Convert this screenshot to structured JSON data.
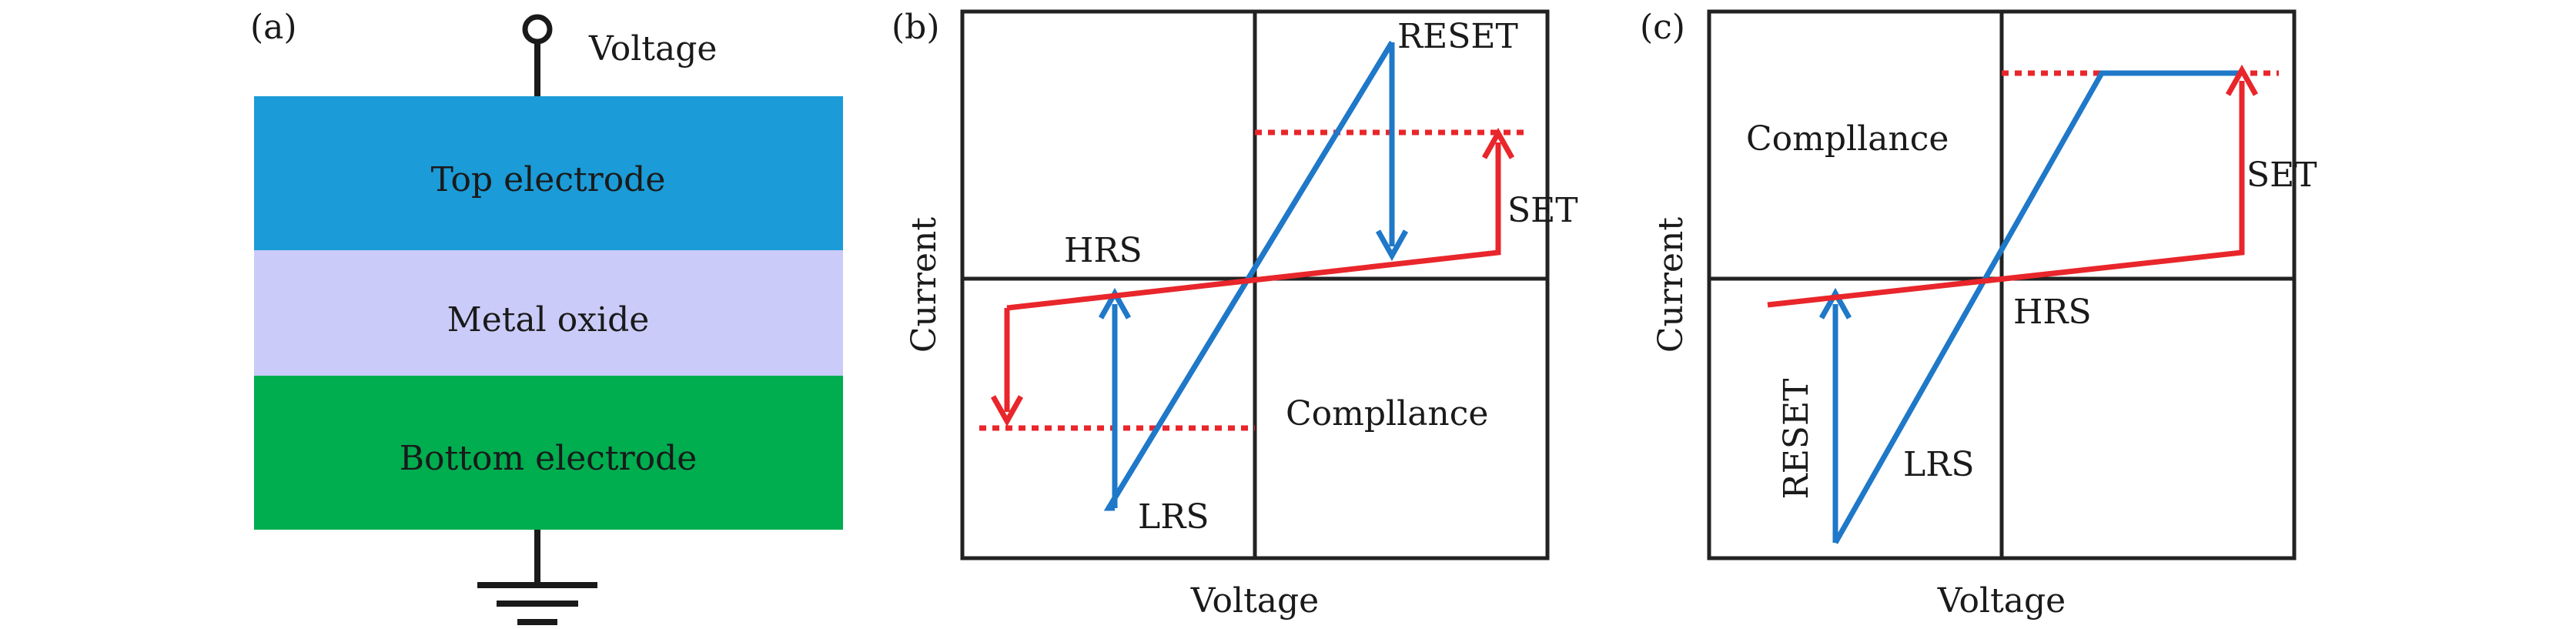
{
  "panel_a": {
    "tag": "(a)",
    "voltage_label": "Voltage",
    "layers": {
      "top": "Top electrode",
      "middle": "Metal oxide",
      "bottom": "Bottom electrode"
    },
    "colors": {
      "top": "#1b9bd7",
      "middle": "#cacbf8",
      "bottom": "#00ad4f"
    }
  },
  "panel_b": {
    "tag": "(b)",
    "xlabel": "Voltage",
    "ylabel": "Current",
    "labels": {
      "reset": "RESET",
      "set": "SET",
      "hrs": "HRS",
      "lrs": "LRS",
      "compliance": "Compllance"
    }
  },
  "panel_c": {
    "tag": "(c)",
    "xlabel": "Voltage",
    "ylabel": "Current",
    "labels": {
      "compliance": "Compllance",
      "set": "SET",
      "hrs": "HRS",
      "lrs": "LRS",
      "reset": "RESET"
    }
  },
  "colors": {
    "blue_curve": "#1f78c8",
    "red_curve": "#e8262b",
    "axes": "#222222"
  }
}
